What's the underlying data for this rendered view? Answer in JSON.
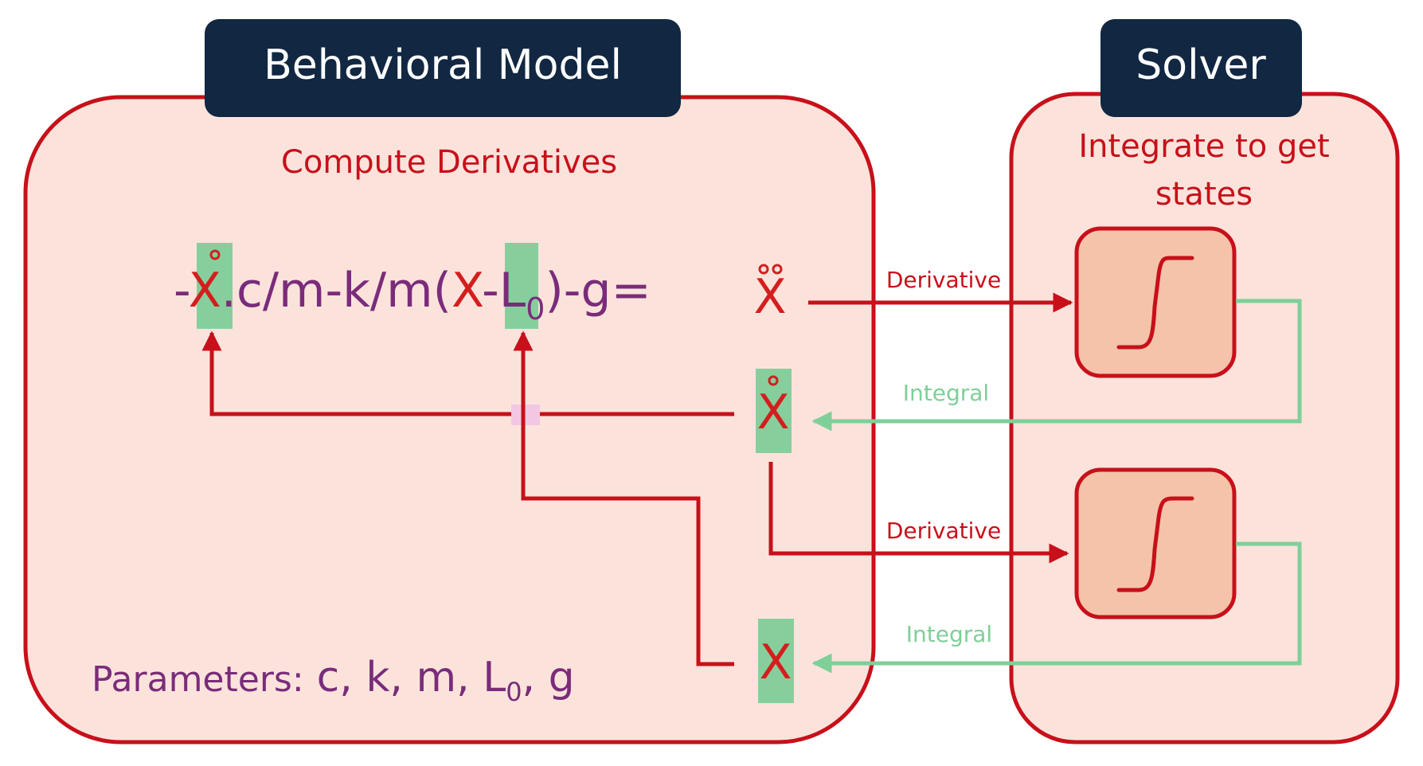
{
  "behavioral_model": {
    "title": "Behavioral Model",
    "subtitle": "Compute Derivatives",
    "equation": {
      "part1": "-",
      "xdot_var": "X",
      "part2": ".c/m-k/m(",
      "x_var": "X",
      "part3": "-L",
      "sub0": "0",
      "part4": ")-g=",
      "xddot_var": "X"
    },
    "xdot_state": "X",
    "x_state": "X",
    "parameters": {
      "prefix": "Parameters:",
      "list_before": "c, k, m, L",
      "sub0": "0",
      "list_after": ", g"
    }
  },
  "solver": {
    "title": "Solver",
    "subtitle_line1": "Integrate to get",
    "subtitle_line2": "states"
  },
  "arrows": {
    "derivative_top": "Derivative",
    "integral_top": "Integral",
    "derivative_bottom": "Derivative",
    "integral_bottom": "Integral"
  },
  "colors": {
    "panel_fill": "#fbe3dc",
    "panel_stroke": "#c8101a",
    "header_bg": "#112742",
    "header_text": "#ffffff",
    "variable_red": "#d41e1e",
    "equation_purple": "#7a2c7a",
    "highlight_green": "#86cf9c",
    "feedback_green": "#7fcf98",
    "integrator_fill": "#f4c3aa"
  }
}
